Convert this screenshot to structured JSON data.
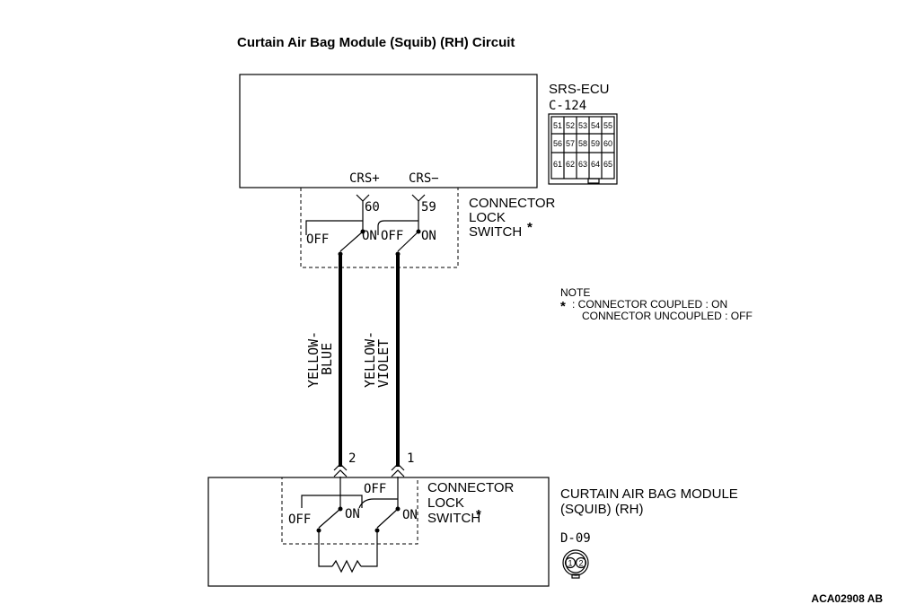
{
  "title": "Curtain Air Bag Module (Squib) (RH) Circuit",
  "ecu": {
    "name": "SRS-ECU",
    "connector_id": "C-124",
    "connector_pins": [
      [
        "51",
        "52",
        "53",
        "54",
        "55"
      ],
      [
        "56",
        "57",
        "58",
        "59",
        "60"
      ],
      [
        "61",
        "62",
        "63",
        "64",
        "65"
      ]
    ],
    "terminals": [
      {
        "signal": "CRS+",
        "pin": "60"
      },
      {
        "signal": "CRS−",
        "pin": "59"
      }
    ],
    "lock_switch": {
      "label_lines": [
        "CONNECTOR",
        "LOCK",
        "SWITCH"
      ],
      "asterisk": "*",
      "off_label": "OFF",
      "on_label": "ON"
    }
  },
  "wires": [
    {
      "color_lines": [
        "YELLOW-",
        "BLUE"
      ]
    },
    {
      "color_lines": [
        "YELLOW-",
        "VIOLET"
      ]
    }
  ],
  "note": {
    "heading": "NOTE",
    "asterisk": "*",
    "lines": [
      ": CONNECTOR COUPLED : ON",
      "CONNECTOR UNCOUPLED : OFF"
    ]
  },
  "module": {
    "name_lines": [
      "CURTAIN AIR BAG MODULE",
      "(SQUIB) (RH)"
    ],
    "connector_id": "D-09",
    "connector_pins": [
      "1",
      "2"
    ],
    "terminals": [
      "2",
      "1"
    ],
    "lock_switch": {
      "label_lines": [
        "CONNECTOR",
        "LOCK",
        "SWITCH"
      ],
      "asterisk": "*",
      "off_label": "OFF",
      "on_label": "ON"
    }
  },
  "figure_code": "ACA02908 AB"
}
